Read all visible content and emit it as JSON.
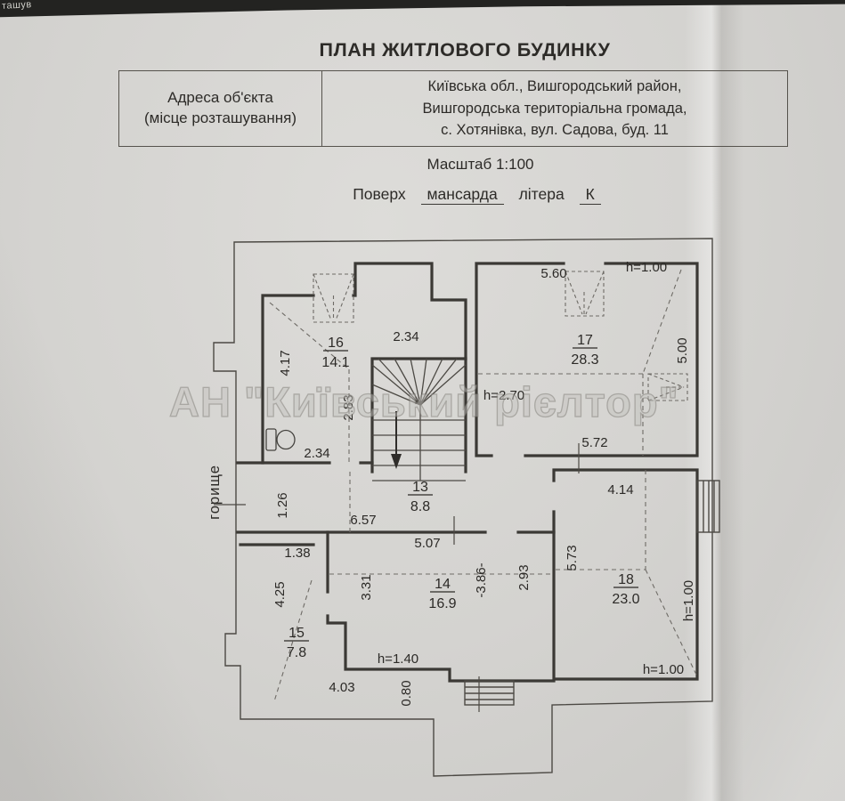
{
  "header": {
    "title": "ПЛАН ЖИТЛОВОГО БУДИНКУ",
    "table": {
      "label_line1": "Адреса об'єкта",
      "label_line2": "(місце розташування)",
      "address_line1": "Київська обл., Вишгородський район,",
      "address_line2": "Вишгородська територіальна громада,",
      "address_line3": "с. Хотянівка, вул. Садова, буд. 11"
    },
    "scale": "Масштаб 1:100",
    "floor_label": "Поверх",
    "floor_value": "мансарда",
    "letter_label": "літера",
    "letter_value": "К"
  },
  "photo": {
    "page_edge_text": "ташув"
  },
  "watermark": "АН \"Київський рієлтор\"",
  "plan": {
    "attic_label": "горище",
    "rooms": {
      "r13": {
        "number": "13",
        "area": "8.8"
      },
      "r14": {
        "number": "14",
        "area": "16.9"
      },
      "r15": {
        "number": "15",
        "area": "7.8"
      },
      "r16": {
        "number": "16",
        "area": "14.1"
      },
      "r17": {
        "number": "17",
        "area": "28.3"
      },
      "r18": {
        "number": "18",
        "area": "23.0"
      }
    },
    "dims": {
      "r16_left": "4.17",
      "r16_top": "2.34",
      "r16_right": "2.83",
      "r16_bottom": "2.34",
      "r17_top": "5.60",
      "r17_h_top": "h=1.00",
      "r17_right": "5.00",
      "r17_h_left": "h=2.70",
      "r17_bottom": "5.72",
      "hall_left": "1.26",
      "hall_width": "6.57",
      "r14_top": "5.07",
      "r14_left": "3.31",
      "r14_mid": "-3.86-",
      "r14_right": "2.93",
      "r14_h": "h=1.40",
      "r14_gap": "0.80",
      "r14_bottom": "4.03",
      "r15_top": "1.38",
      "r15_left": "4.25",
      "r18_top": "4.14",
      "r18_left": "5.73",
      "r18_h_right": "h=1.00",
      "r18_h_bottom": "h=1.00"
    }
  }
}
